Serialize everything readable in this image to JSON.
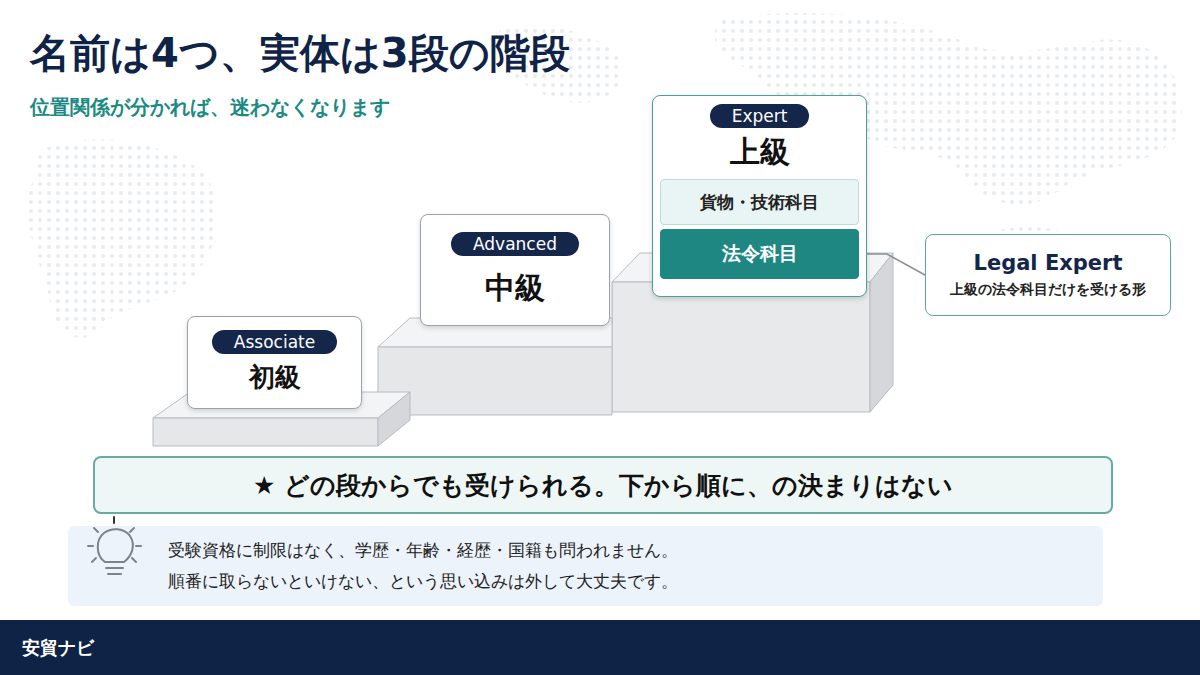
{
  "diagram": {
    "title": "名前は4つ、実体は3段の階段",
    "nodes": [
      {
        "text": [
          "Associate",
          "初級"
        ]
      },
      {
        "text": [
          "Advanced",
          "中級"
        ]
      },
      {
        "text": [
          "Expert",
          "上級"
        ]
      },
      {
        "text": [
          "貨物・技術科目"
        ],
        "in": 2
      },
      {
        "text": [
          "法令科目"
        ],
        "in": 2
      },
      {
        "text": [
          "Legal Expert",
          "上級の法令科目だけを受ける形"
        ]
      },
      {
        "text": [
          "★ どの段からでも受けられる。下から順に、の決まりはない"
        ]
      },
      {
        "text": [
          "受験資格に制限はなく、学歴・年齢・経歴・国籍も問われません。",
          "順番に取らないといけない、という思い込みは外して大丈夫です。"
        ]
      },
      {
        "text": [
          "安貿ナビ"
        ]
      }
    ],
    "edges": [
      {
        "from": 4,
        "to": 5,
        "arrow": "none"
      }
    ],
    "labels": [
      "位置関係が分かれば、迷わなくなります"
    ]
  }
}
